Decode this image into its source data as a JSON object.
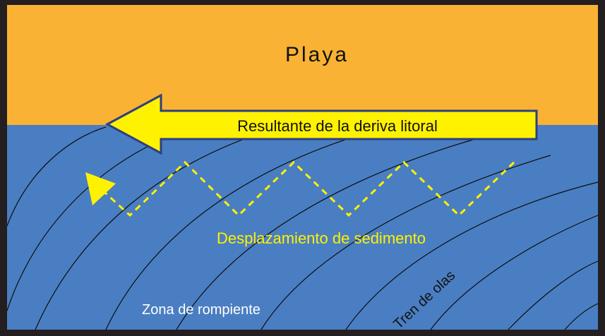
{
  "labels": {
    "beach": "Playa",
    "drift": "Resultante de la deriva litoral",
    "sediment": "Desplazamiento de sedimento",
    "surf_zone": "Zona de rompiente",
    "wave_train": "Tren de olas"
  },
  "colors": {
    "frame": "#231f20",
    "beach": "#f9b233",
    "sea": "#4a7ec2",
    "wave_line": "#0d0d0d",
    "arrow_fill": "#fff200",
    "arrow_stroke": "#2e3f7f",
    "dashed_path": "#fff200",
    "sediment_text": "#fff200",
    "dark_text": "#111111",
    "white_text": "#ffffff"
  }
}
